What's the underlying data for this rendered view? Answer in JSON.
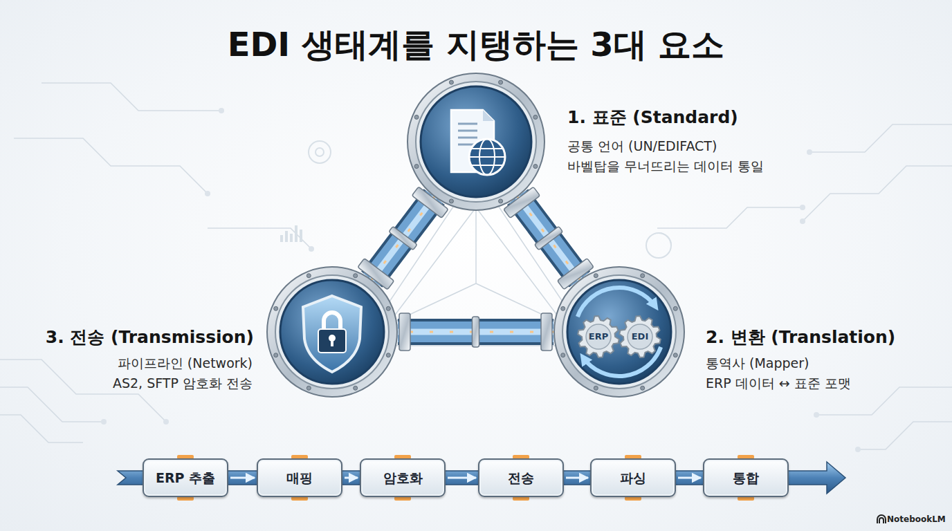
{
  "diagram": {
    "title": "EDI 생태계를 지탱하는 3대 요소",
    "nodes": [
      {
        "text": [
          "1. 표준 (Standard)",
          "공통 언어 (UN/EDIFACT)",
          "바벨탑을 무너뜨리는 데이터 통일"
        ]
      },
      {
        "text": [
          "2. 변환 (Translation)",
          "통역사 (Mapper)",
          "ERP 데이터 ↔ 표준 포맷",
          "ERP",
          "EDI"
        ]
      },
      {
        "text": [
          "3. 전송 (Transmission)",
          "파이프라인 (Network)",
          "AS2, SFTP 암호화 전송"
        ]
      },
      {
        "text": [
          "ERP 추출"
        ]
      },
      {
        "text": [
          "매핑"
        ]
      },
      {
        "text": [
          "암호화"
        ]
      },
      {
        "text": [
          "전송"
        ]
      },
      {
        "text": [
          "파싱"
        ]
      },
      {
        "text": [
          "통합"
        ]
      }
    ],
    "edges": [
      {
        "from": 0,
        "to": 1,
        "arrow": "none"
      },
      {
        "from": 1,
        "to": 2,
        "arrow": "none"
      },
      {
        "from": 2,
        "to": 0,
        "arrow": "none"
      },
      {
        "from": 3,
        "to": 4,
        "arrow": "to"
      },
      {
        "from": 4,
        "to": 5,
        "arrow": "to"
      },
      {
        "from": 5,
        "to": 6,
        "arrow": "to"
      },
      {
        "from": 6,
        "to": 7,
        "arrow": "to"
      },
      {
        "from": 7,
        "to": 8,
        "arrow": "to"
      }
    ],
    "labels": [
      "NotebookLM"
    ]
  }
}
